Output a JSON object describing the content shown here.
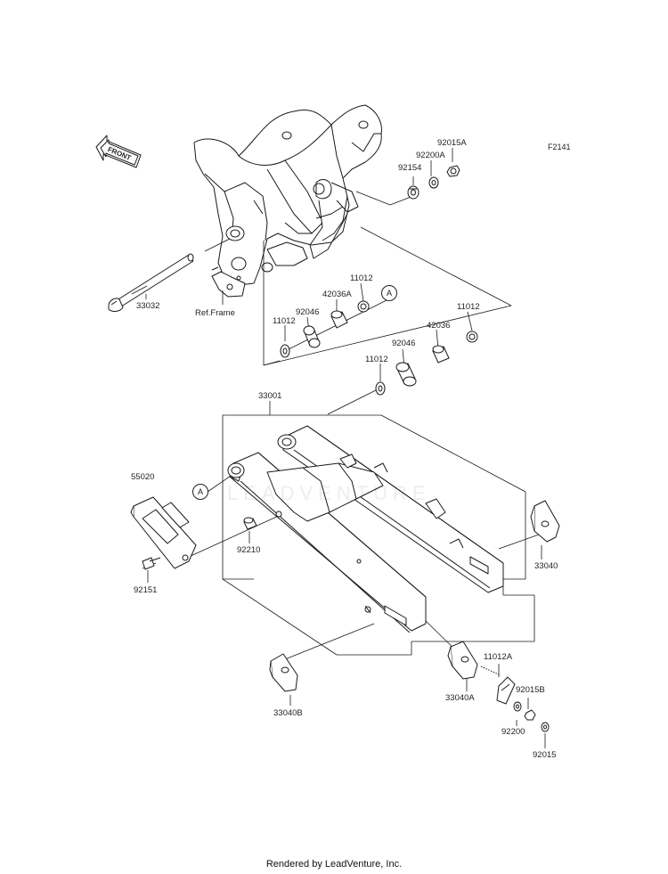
{
  "figure_code": "F2141",
  "front_label": "FRONT",
  "watermark": "LEADVENTURE",
  "ref_frame": "Ref.Frame",
  "callout_a": "A",
  "footer": "Rendered by LeadVenture, Inc.",
  "parts": {
    "p92015A": "92015A",
    "p92200A": "92200A",
    "p92154": "92154",
    "p33032": "33032",
    "p11012_top": "11012",
    "p42036A": "42036A",
    "p92046_left": "92046",
    "p11012_left": "11012",
    "p11012_right": "11012",
    "p42036": "42036",
    "p92046_right": "92046",
    "p11012_mid": "11012",
    "p33001": "33001",
    "p55020": "55020",
    "p92210": "92210",
    "p92151": "92151",
    "p33040": "33040",
    "p33040A": "33040A",
    "p33040B": "33040B",
    "p11012A": "11012A",
    "p92015B": "92015B",
    "p92200": "92200",
    "p92015": "92015"
  },
  "colors": {
    "line": "#1a1a1a",
    "fill": "#ffffff",
    "shade": "#e6e6e6"
  }
}
